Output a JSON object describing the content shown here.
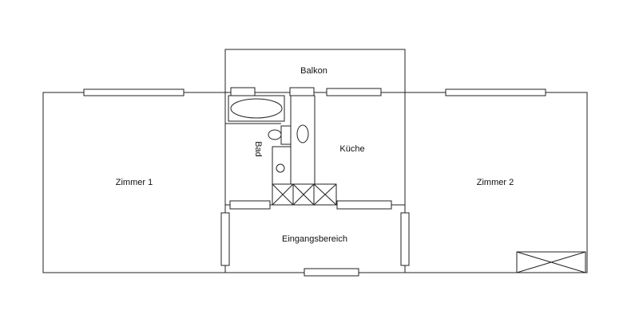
{
  "rooms": {
    "balkon": "Balkon",
    "bad": "Bad",
    "kueche": "Küche",
    "zimmer1": "Zimmer 1",
    "zimmer2": "Zimmer 2",
    "eingang": "Eingangsbereich"
  },
  "colors": {
    "line": "#222222",
    "background": "#ffffff"
  }
}
